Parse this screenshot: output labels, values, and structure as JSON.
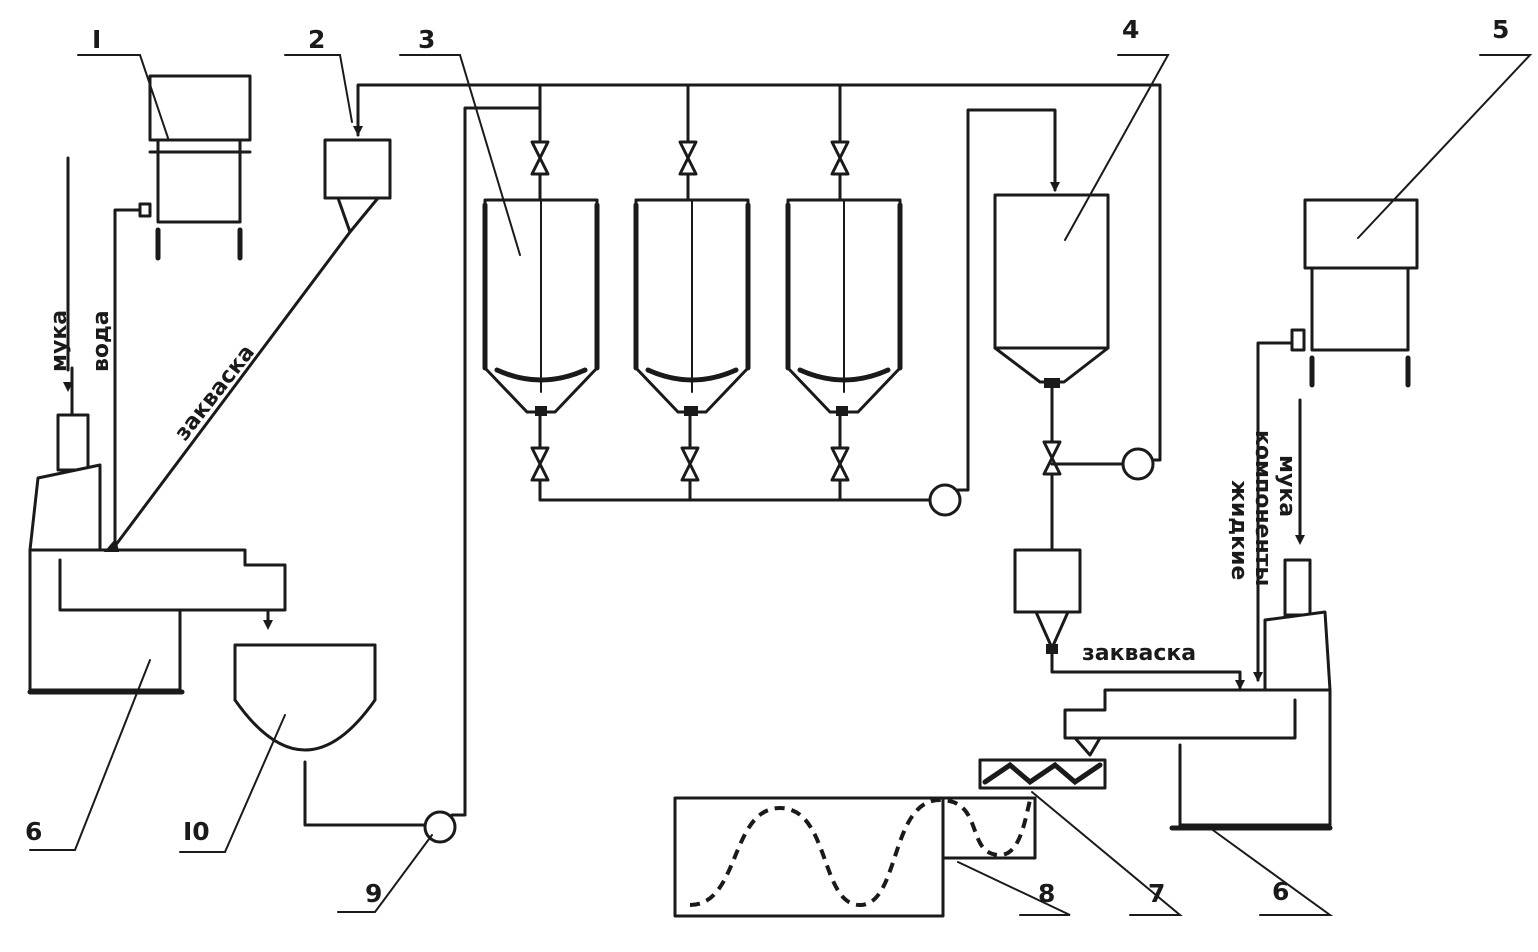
{
  "diagram": {
    "numbers": {
      "n1": "I",
      "n2": "2",
      "n3": "3",
      "n4": "4",
      "n5": "5",
      "n6_left": "6",
      "n6_right": "6",
      "n7": "7",
      "n8": "8",
      "n9": "9",
      "n10": "I0"
    },
    "labels": {
      "flour_left": "мука",
      "water": "вода",
      "starter_diag": "закваска",
      "starter_right": "закваска",
      "liquid_1": "жидкие",
      "liquid_2": "компоненты",
      "flour_right": "мука"
    }
  },
  "colors": {
    "ink": "#1a1a1a",
    "paper": "#ffffff"
  }
}
